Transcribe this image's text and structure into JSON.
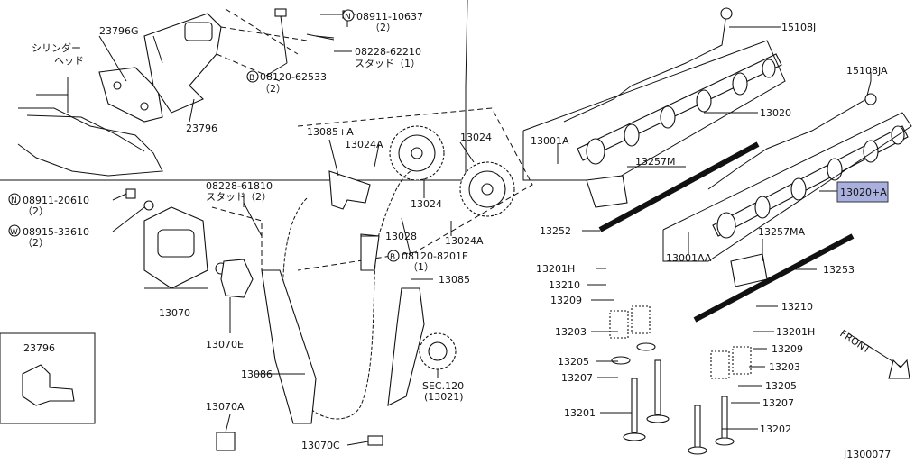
{
  "diagram_id": "J1300077",
  "front_label": "FRONT",
  "highlight_color": "#aab0dd",
  "callouts": {
    "cyl_head_1": "シリンダー",
    "cyl_head_2": "ヘッド",
    "p23796g": "23796G",
    "p23796_top": "23796",
    "p23796_box": "23796",
    "n08911_10637": "08911-10637",
    "n08911_10637_q": "（2）",
    "p08228_62210": "08228-62210",
    "stud1": "スタッド（1）",
    "b08120_62533": "08120-62533",
    "b08120_62533_q": "（2）",
    "p15108j": "15108J",
    "p15108ja": "15108JA",
    "p13020": "13020",
    "p13020a": "13020+A",
    "p13001a": "13001A",
    "p13001aa": "13001AA",
    "p13257m": "13257M",
    "p13257ma": "13257MA",
    "p13085a": "13085+A",
    "p13024a_1": "13024A",
    "p13024_1": "13024",
    "p13024_2": "13024",
    "p13024a_2": "13024A",
    "p08228_61810": "08228-61810",
    "stud2": "スタッド（2）",
    "n08911_20610": "08911-20610",
    "n08911_20610_q": "（2）",
    "w08915_33610": "08915-33610",
    "w08915_33610_q": "（2）",
    "p13028": "13028",
    "b08120_8201e": "08120-8201E",
    "b08120_8201e_q": "（1）",
    "p13085": "13085",
    "p13070": "13070",
    "p13070e": "13070E",
    "p13086": "13086",
    "p13070a": "13070A",
    "p13070c": "13070C",
    "sec120": "SEC.120",
    "sec120_sub": "(13021)",
    "p13252": "13252",
    "p13201h_1": "13201H",
    "p13210_1": "13210",
    "p13209_1": "13209",
    "p13203_1": "13203",
    "p13205_1": "13205",
    "p13207_1": "13207",
    "p13201": "13201",
    "p13253": "13253",
    "p13210_2": "13210",
    "p13201h_2": "13201H",
    "p13209_2": "13209",
    "p13203_2": "13203",
    "p13205_2": "13205",
    "p13207_2": "13207",
    "p13202": "13202",
    "circle_n": "N",
    "circle_b": "B",
    "circle_w": "W"
  }
}
